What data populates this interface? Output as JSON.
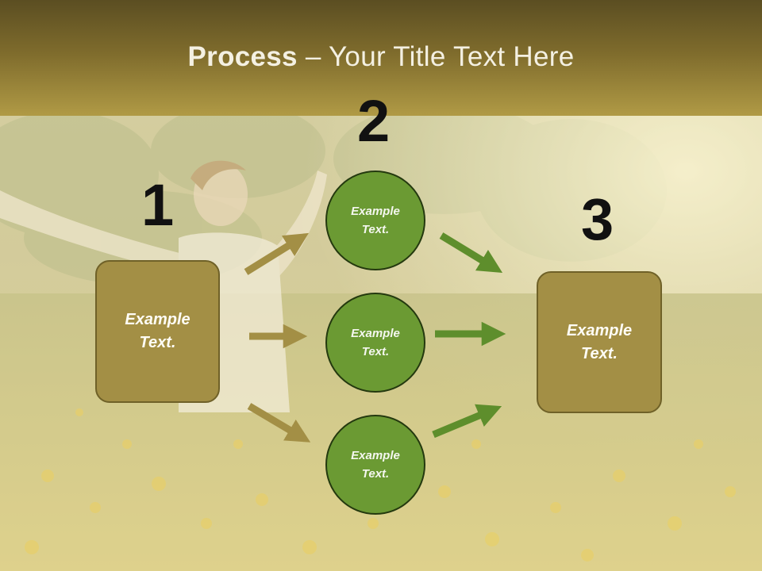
{
  "title": {
    "bold": "Process",
    "rest": " – Your Title Text Here"
  },
  "steps": {
    "one": "1",
    "two": "2",
    "three": "3"
  },
  "left_box": {
    "line1": "Example",
    "line2": "Text."
  },
  "right_box": {
    "line1": "Example",
    "line2": "Text."
  },
  "circles": [
    {
      "line1": "Example",
      "line2": "Text."
    },
    {
      "line1": "Example",
      "line2": "Text."
    },
    {
      "line1": "Example",
      "line2": "Text."
    }
  ],
  "colors": {
    "header": "#7e6b2c",
    "box_fill": "#a38f45",
    "circle_fill": "#6b9a33",
    "arrow_gold": "#a38f45",
    "arrow_green": "#5e8e2c",
    "number": "#111111"
  },
  "icons": {
    "background": "meadow-photo",
    "arrows": "arrow-right-icon"
  }
}
